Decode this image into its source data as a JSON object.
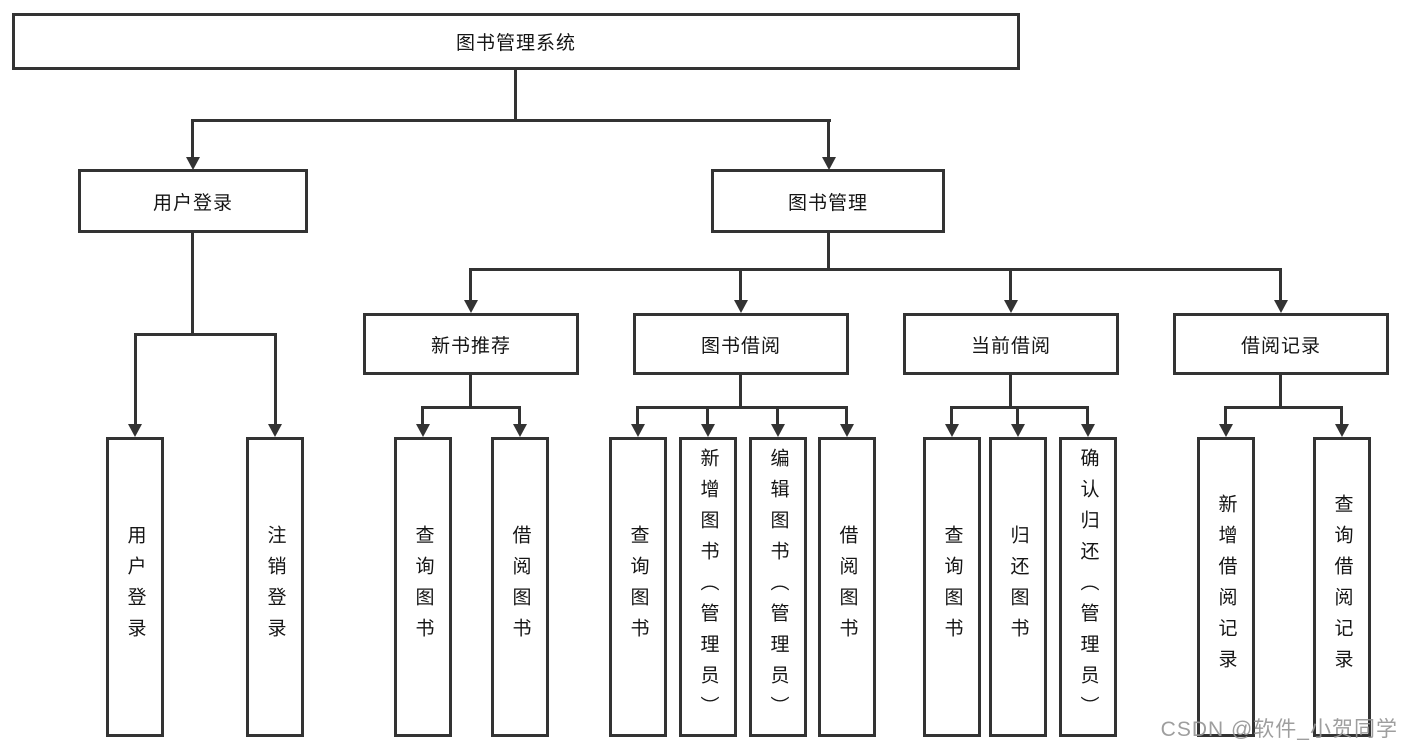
{
  "diagram": {
    "root": {
      "label": "图书管理系统"
    },
    "level2": {
      "user_login": {
        "label": "用户登录"
      },
      "book_management": {
        "label": "图书管理"
      }
    },
    "level3": {
      "new_book_recommend": {
        "label": "新书推荐"
      },
      "book_borrowing": {
        "label": "图书借阅"
      },
      "current_borrowing": {
        "label": "当前借阅"
      },
      "borrow_records": {
        "label": "借阅记录"
      }
    },
    "leaves": {
      "user_login": {
        "label": "用户登录"
      },
      "logout": {
        "label": "注销登录"
      },
      "rec_query_books": {
        "label": "查询图书"
      },
      "rec_borrow_books": {
        "label": "借阅图书"
      },
      "bb_query_books": {
        "label": "查询图书"
      },
      "bb_add_books": {
        "label": "新增图书（管理员）"
      },
      "bb_edit_books": {
        "label": "编辑图书（管理员）"
      },
      "bb_borrow_books": {
        "label": "借阅图书"
      },
      "cb_query_books": {
        "label": "查询图书"
      },
      "cb_return_books": {
        "label": "归还图书"
      },
      "cb_confirm_return": {
        "label": "确认归还（管理员）"
      },
      "br_add_record": {
        "label": "新增借阅记录"
      },
      "br_query_record": {
        "label": "查询借阅记录"
      }
    },
    "line_color": "#333333"
  },
  "watermark": {
    "text": "CSDN @软件_小贺同学"
  }
}
